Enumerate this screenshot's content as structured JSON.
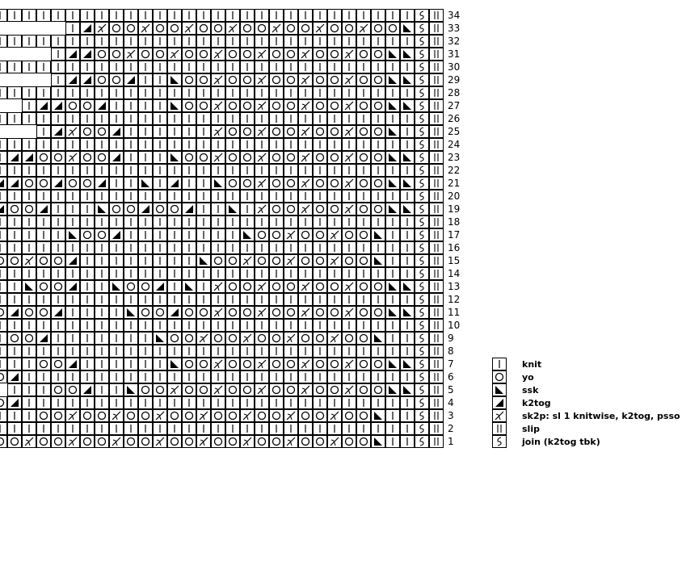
{
  "chart": {
    "rows": [
      {
        "num": "34",
        "cells": "oZ||||||||||||||||||||||||||||||||||||||J"
      },
      {
        "num": "33",
        "cells": "|ZXooXooXooXooXooXooXooSJ"
      },
      {
        "num": "32",
        "cells": "oZ||||||||||||||||||||||||||||||||||||J"
      },
      {
        "num": "31",
        "cells": "|ZZooXooXooXooXooXooXooSSJ"
      },
      {
        "num": "30",
        "cells": "oZ||||||||||||||||||||||||||||||||||||J"
      },
      {
        "num": "29",
        "cells": "|ZZooZ||SooXooXooXooXooSSJ"
      },
      {
        "num": "28",
        "cells": "oZ||||||||||||||||||||||||||||||||||||J"
      },
      {
        "num": "27",
        "cells": "|ZZooZ||||SooXooXooXooXooSSJ"
      },
      {
        "num": "26",
        "cells": "oZ||||||||||||||||||||||||||||||||||||J"
      },
      {
        "num": "25",
        "cells": "|ZXooZ||||||XooXooXooXooS|J"
      },
      {
        "num": "24",
        "cells": "oZ|||||||||||||||||||||||||||||||||||J"
      },
      {
        "num": "23",
        "cells": "|ZZooXooZ|||SooXooXooXooXooSSJ"
      },
      {
        "num": "22",
        "cells": "oZ|||||||||||||||||||||||||||||||||||J"
      },
      {
        "num": "21",
        "cells": "|ZZooZooZ||S|Z||SooXooXooXooSSJ"
      },
      {
        "num": "20",
        "cells": "oZ||||||||||||||||||||||||||||||||||J"
      },
      {
        "num": "19",
        "cells": "|ZooZ|||SooZooZ||S|XooXooXooSSJ"
      },
      {
        "num": "18",
        "cells": "oZ||||||||||||||||||||||||||||||||||J"
      },
      {
        "num": "17",
        "cells": "|||ooZ||||||SooZ||||||||SooXooXooS||J"
      },
      {
        "num": "16",
        "cells": "oZ||||||||||||||||||||||||||||||||||J"
      },
      {
        "num": "15",
        "cells": "|||ooZoooSooXooZ||||||||SooXooXooXooS||J"
      },
      {
        "num": "14",
        "cells": "oZ|||||||||||||||||||||||||||||||||J"
      },
      {
        "num": "13",
        "cells": "|||ooZ||SooZ||SooZ|S|XooXooXooXooSSJ"
      },
      {
        "num": "12",
        "cells": "oZ||||||||||||||||||||||||||||||J"
      },
      {
        "num": "11",
        "cells": "|||ooZooZ||||SooZooXooXooXooXooSSJ"
      },
      {
        "num": "10",
        "cells": "oZ||||||||||||||||||||||||||||||J"
      },
      {
        "num": "9",
        "cells": "|||ooZ|||||||SooXooXooXooXooS||J"
      },
      {
        "num": "8",
        "cells": "oZ||||||||||||||||||||||||||||||J"
      },
      {
        "num": "7",
        "cells": "|||ooZ||||||SooXooXooXooXooSSJ"
      },
      {
        "num": "6",
        "cells": "oZ|||||||||||||||||||||||||||J"
      },
      {
        "num": "5",
        "cells": "|||ooZ||SooXooXooXooXooXooSSJ"
      },
      {
        "num": "4",
        "cells": "oZ|||||||||||||||||||||||||||J"
      },
      {
        "num": "3",
        "cells": "|||ooXooXooXooXooXooXooXooS||J"
      },
      {
        "num": "2",
        "cells": "||||||||||||||||||||||||||||||J"
      },
      {
        "num": "1",
        "cells": "|||ZooXooXooXooXooXooXooXooXooXooS||J"
      }
    ]
  },
  "legend": {
    "items": [
      {
        "symbol": "knit",
        "label": "knit"
      },
      {
        "symbol": "yo",
        "label": "yo"
      },
      {
        "symbol": "ssk",
        "label": "ssk"
      },
      {
        "symbol": "k2tog",
        "label": "k2tog"
      },
      {
        "symbol": "sk2p",
        "label": "sk2p: sl 1 knitwise, k2tog, psso"
      },
      {
        "symbol": "slip",
        "label": "slip"
      },
      {
        "symbol": "join",
        "label": "join (k2tog tbk)"
      }
    ]
  }
}
